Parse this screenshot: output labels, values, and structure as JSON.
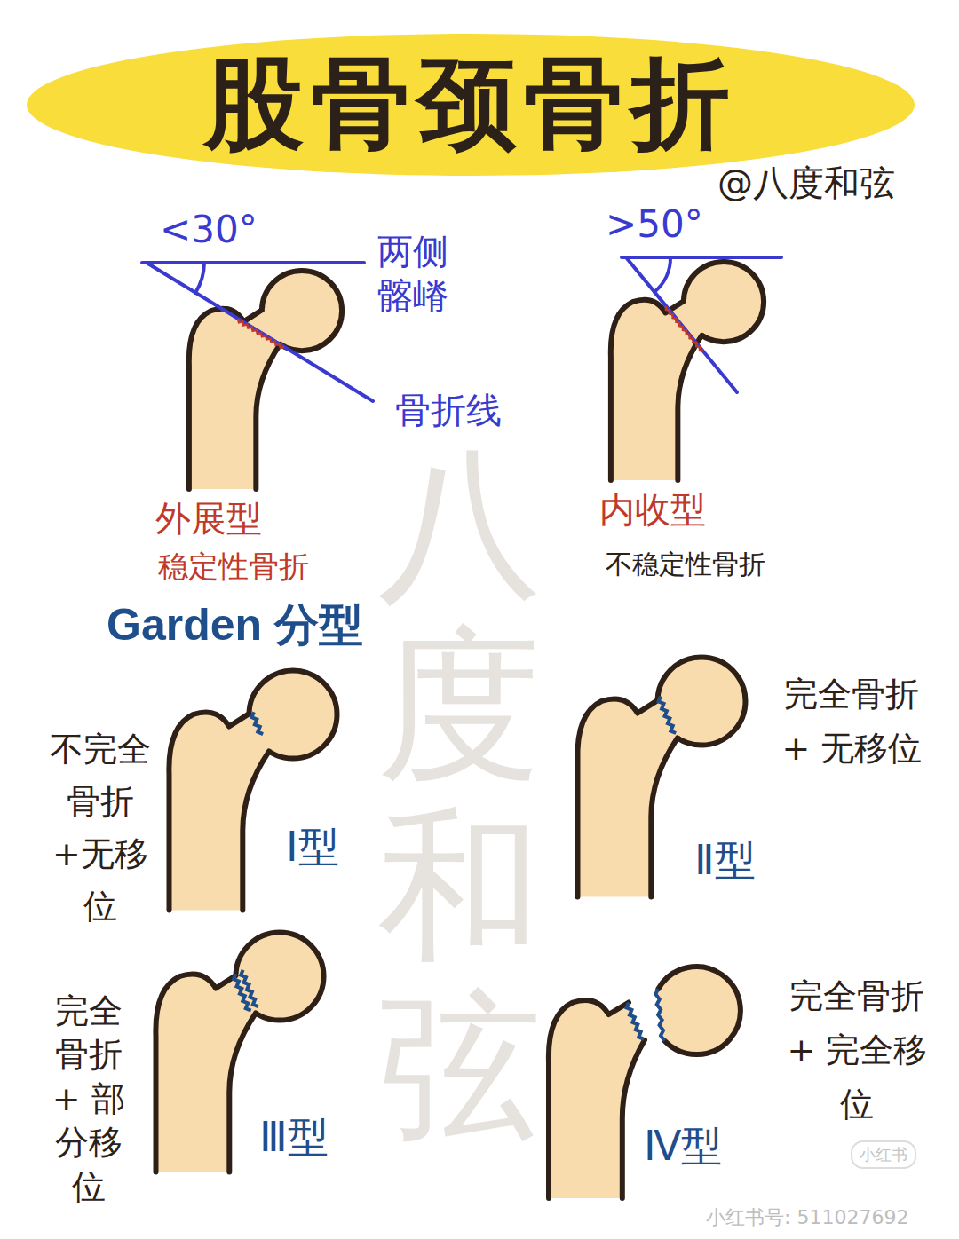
{
  "diagram": {
    "title": "股骨颈骨折",
    "nodes": [
      {
        "text": [
          "小红书"
        ]
      }
    ],
    "labels": [
      "@八度和弦",
      "<30°",
      "两侧髂嵴",
      "骨折线",
      "外展型",
      "稳定性骨折",
      ">50°",
      "内收型",
      "不稳定性骨折",
      "Garden 分型",
      "不完全骨折+无移位",
      "Ⅰ型",
      "完全骨折 + 无移位",
      "Ⅱ型",
      "完全 骨折 + 部分移位",
      "Ⅲ型",
      "完全骨折 + 完全移位",
      "Ⅳ型",
      "八度和弦",
      "小红书号: 511027692"
    ]
  }
}
